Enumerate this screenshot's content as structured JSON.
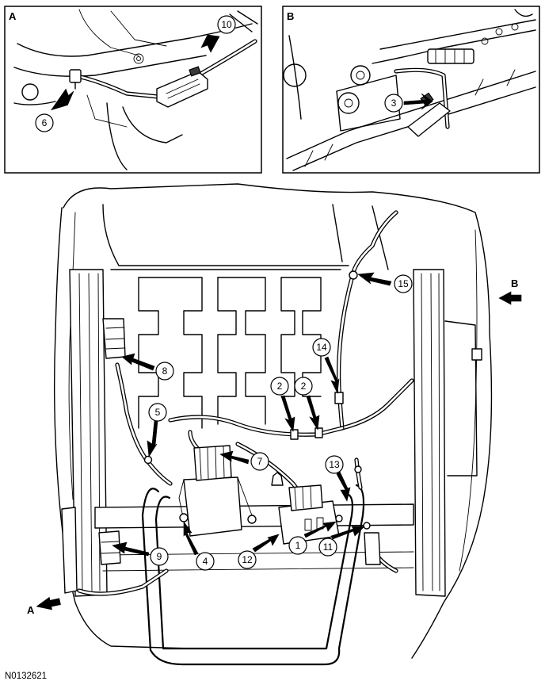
{
  "figure_id": "N0132621",
  "views": [
    {
      "letter": "A"
    },
    {
      "letter": "B"
    }
  ],
  "main_view_markers": [
    {
      "letter": "A"
    },
    {
      "letter": "B"
    }
  ],
  "callouts": [
    {
      "number": "10"
    },
    {
      "number": "6"
    },
    {
      "number": "3"
    },
    {
      "number": "15"
    },
    {
      "number": "8"
    },
    {
      "number": "14"
    },
    {
      "number": "2"
    },
    {
      "number": "2"
    },
    {
      "number": "5"
    },
    {
      "number": "7"
    },
    {
      "number": "13"
    },
    {
      "number": "9"
    },
    {
      "number": "4"
    },
    {
      "number": "12"
    },
    {
      "number": "1"
    },
    {
      "number": "11"
    }
  ]
}
